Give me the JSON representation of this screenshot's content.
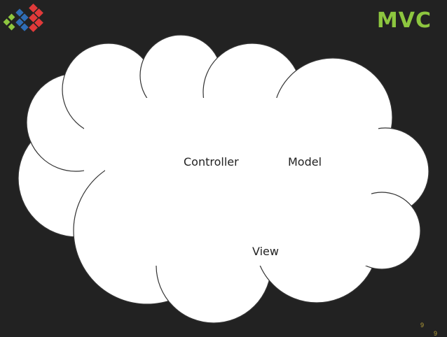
{
  "slide": {
    "title": "MVC",
    "labels": {
      "controller": "Controller",
      "model": "Model",
      "view": "View"
    },
    "page_number": "9",
    "page_number_secondary": "9"
  },
  "colors": {
    "background": "#222222",
    "title": "#8dc63f",
    "cloud_fill": "#ffffff",
    "cloud_stroke": "#333333",
    "logo_green": "#8dc63f",
    "logo_blue": "#2f6db5",
    "logo_red": "#e03a3a",
    "page_number": "#b9a23a"
  }
}
